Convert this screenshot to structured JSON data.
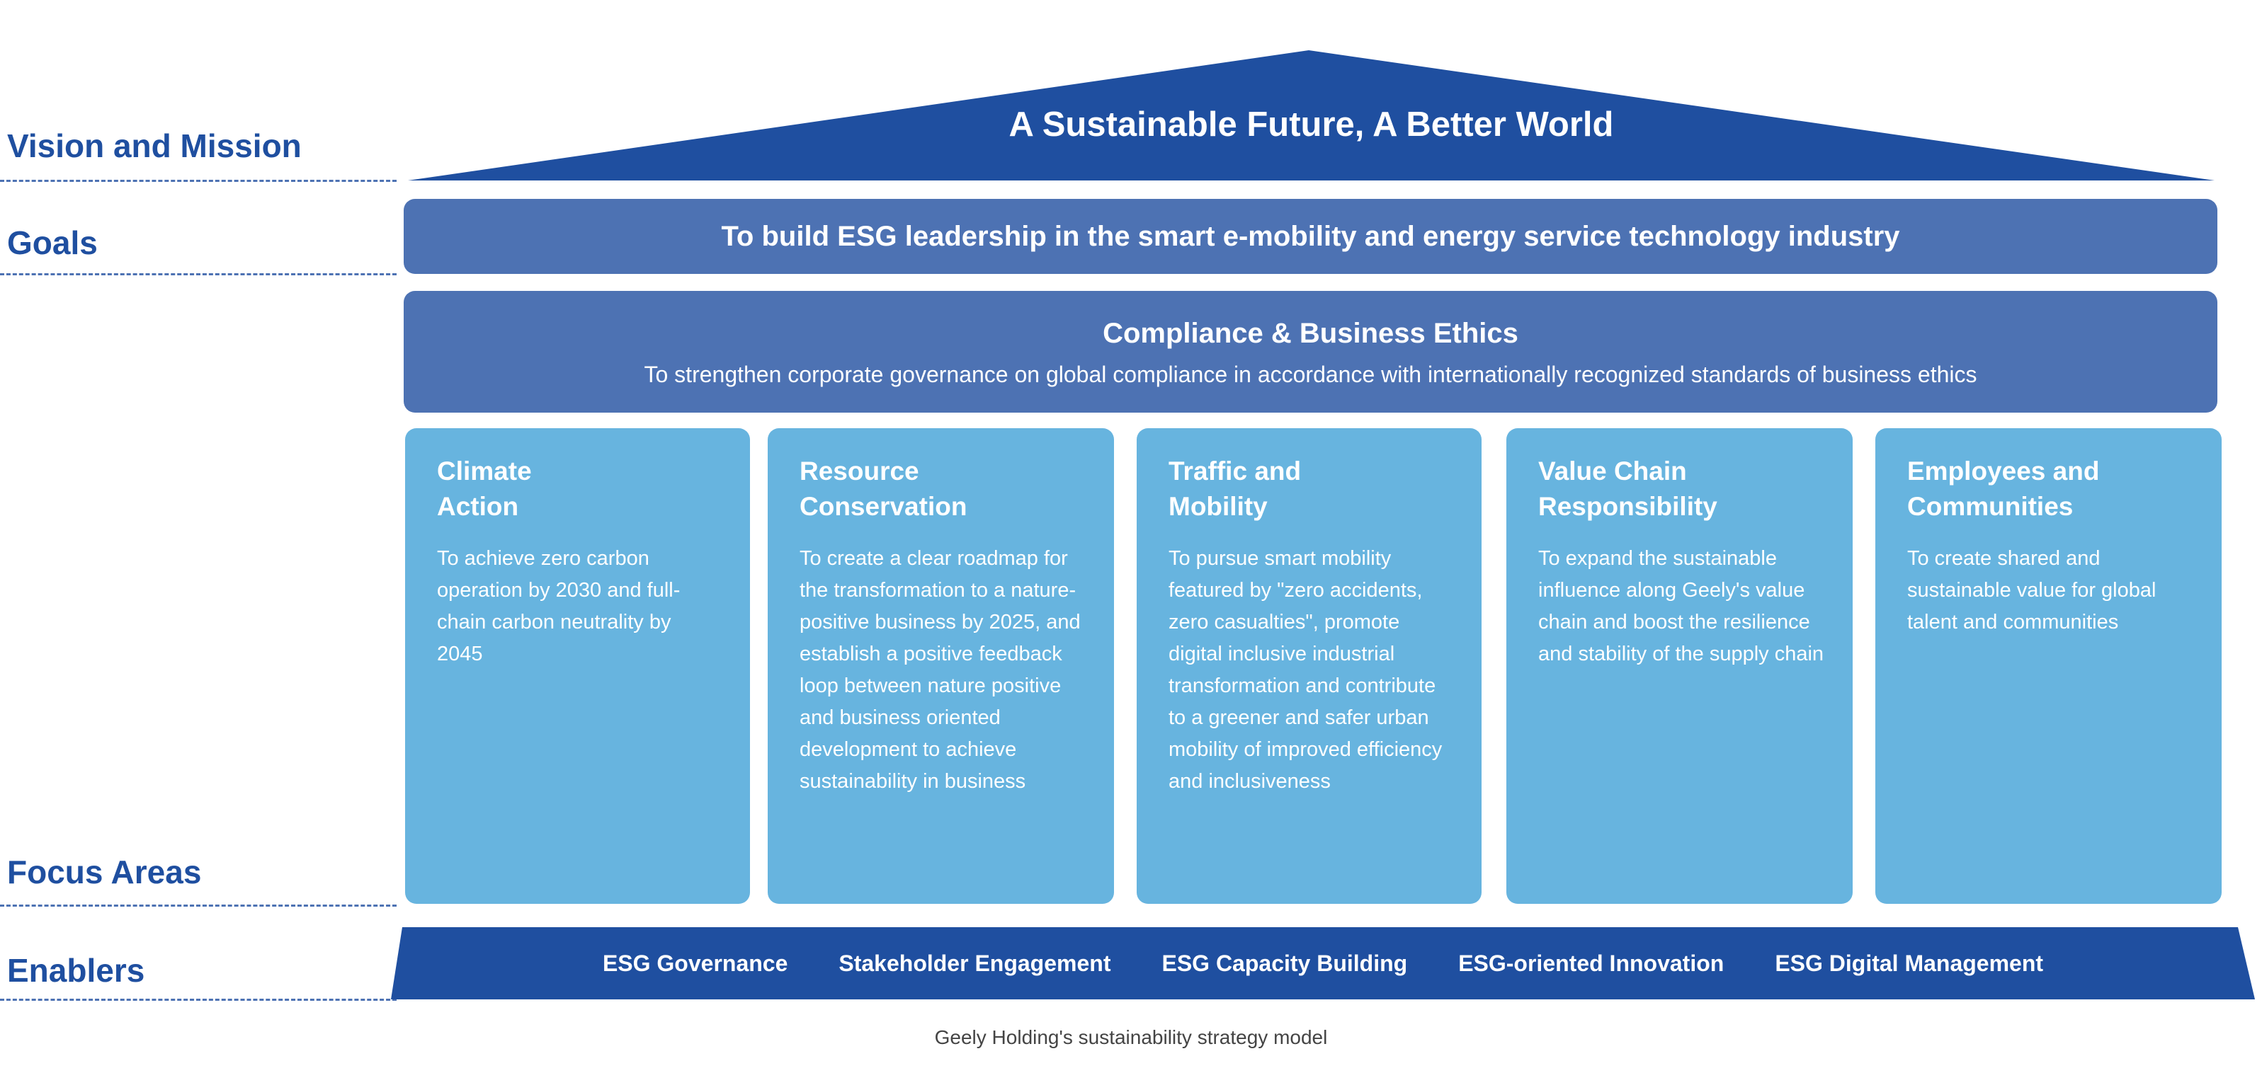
{
  "side_labels": {
    "vision": "Vision and Mission",
    "goals": "Goals",
    "focus": "Focus Areas",
    "enablers": "Enablers"
  },
  "vision": "A Sustainable Future, A Better World",
  "goal": "To build ESG leadership in the smart e-mobility and energy service technology industry",
  "compliance": {
    "title": "Compliance & Business Ethics",
    "subtitle": "To strengthen corporate governance on global compliance in accordance with internationally recognized standards of business ethics"
  },
  "focus_areas": [
    {
      "title": "Climate\nAction",
      "body": "To achieve zero carbon operation by 2030 and full-chain carbon neutrality by 2045"
    },
    {
      "title": "Resource\nConservation",
      "body": "To create a clear roadmap for the transformation to a nature-positive business by 2025, and establish a positive feedback loop between nature positive and business oriented development to achieve sustainability in business"
    },
    {
      "title": "Traffic and\nMobility",
      "body": "To pursue smart mobility featured by \"zero accidents, zero casualties\", promote digital inclusive industrial transformation and contribute to a greener and safer urban mobility of improved efficiency and inclusiveness"
    },
    {
      "title": "Value Chain\nResponsibility",
      "body": "To expand the sustainable influence along Geely's value chain and boost the resilience and stability of the supply chain"
    },
    {
      "title": "Employees and\nCommunities",
      "body": "To create shared and sustainable value for global talent and communities"
    }
  ],
  "enablers": [
    "ESG Governance",
    "Stakeholder Engagement",
    "ESG Capacity Building",
    "ESG-oriented Innovation",
    "ESG Digital Management"
  ],
  "caption": "Geely Holding's sustainability strategy model",
  "colors": {
    "dark_blue": "#1f4fa0",
    "mid_blue": "#4d72b3",
    "light_blue": "#67b4df"
  }
}
